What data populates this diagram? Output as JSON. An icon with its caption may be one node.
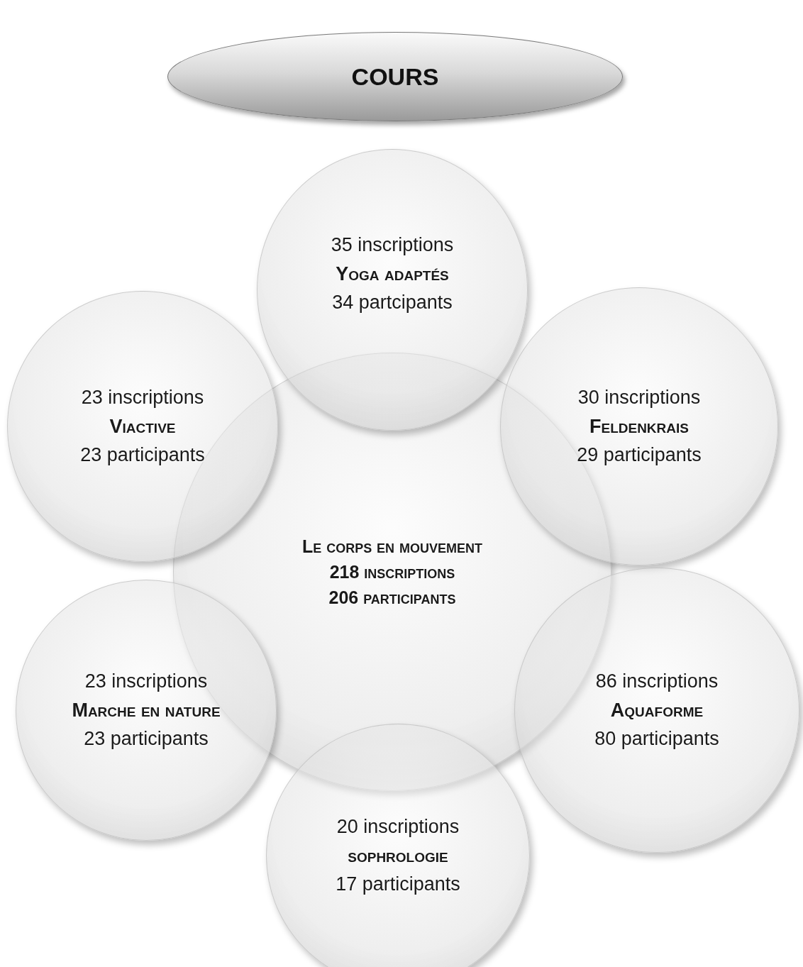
{
  "diagram": {
    "nodes": [
      {
        "text": [
          "COURS"
        ]
      },
      {
        "text": [
          "35 inscriptions",
          "Yoga adaptés",
          "34 partcipants"
        ]
      },
      {
        "text": [
          "23 inscriptions",
          "Viactive",
          "23 participants"
        ]
      },
      {
        "text": [
          "30 inscriptions",
          "Feldenkrais",
          "29 participants"
        ]
      },
      {
        "text": [
          "Le corps en mouvement",
          "218 inscriptions",
          "206 participants"
        ]
      },
      {
        "text": [
          "23 inscriptions",
          "Marche en nature",
          "23 participants"
        ]
      },
      {
        "text": [
          "86 inscriptions",
          "Aquaforme",
          "80 participants"
        ]
      },
      {
        "text": [
          "20 inscriptions",
          "sophrologie",
          "17 participants"
        ]
      }
    ]
  }
}
